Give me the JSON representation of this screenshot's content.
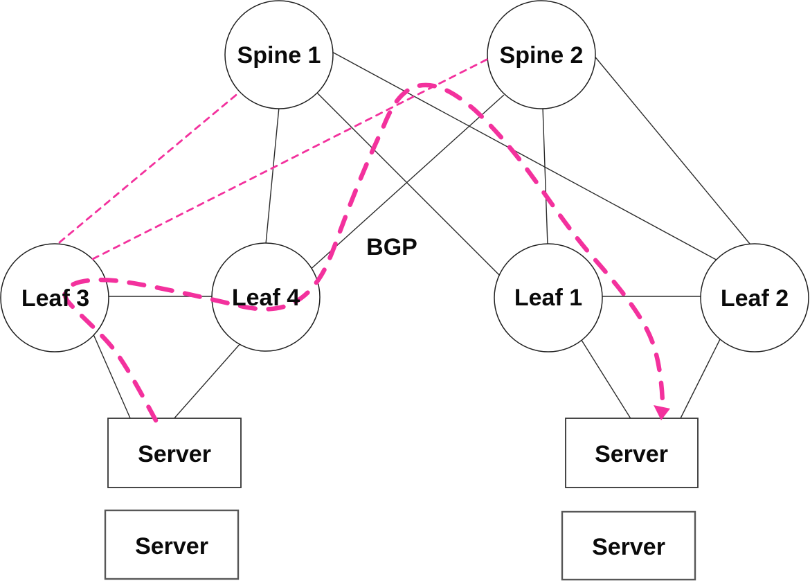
{
  "diagram": {
    "type": "spine-leaf-network-topology",
    "nodes": {
      "spine1": {
        "label": "Spine 1",
        "shape": "circle"
      },
      "spine2": {
        "label": "Spine 2",
        "shape": "circle"
      },
      "leaf3": {
        "label": "Leaf 3",
        "shape": "circle"
      },
      "leaf4": {
        "label": "Leaf 4",
        "shape": "circle"
      },
      "leaf1": {
        "label": "Leaf 1",
        "shape": "circle"
      },
      "leaf2": {
        "label": "Leaf 2",
        "shape": "circle"
      },
      "server_left_top": {
        "label": "Server",
        "shape": "rect"
      },
      "server_left_bottom": {
        "label": "Server",
        "shape": "rect"
      },
      "server_right_top": {
        "label": "Server",
        "shape": "rect"
      },
      "server_right_bottom": {
        "label": "Server",
        "shape": "rect"
      }
    },
    "annotations": {
      "bgp": {
        "label": "BGP"
      }
    },
    "links": {
      "solid": [
        {
          "from": "spine1",
          "to": "leaf4"
        },
        {
          "from": "spine1",
          "to": "leaf1"
        },
        {
          "from": "spine1",
          "to": "leaf2"
        },
        {
          "from": "spine2",
          "to": "leaf4"
        },
        {
          "from": "spine2",
          "to": "leaf1"
        },
        {
          "from": "spine2",
          "to": "leaf2"
        },
        {
          "from": "leaf3",
          "to": "leaf4"
        },
        {
          "from": "leaf1",
          "to": "leaf2"
        },
        {
          "from": "leaf3",
          "to": "server_left_top"
        },
        {
          "from": "leaf4",
          "to": "server_left_top"
        },
        {
          "from": "leaf1",
          "to": "server_right_top"
        },
        {
          "from": "leaf2",
          "to": "server_right_top"
        }
      ],
      "dashed_thin_pink": [
        {
          "from": "leaf3",
          "to": "spine1"
        },
        {
          "from": "leaf3",
          "to": "spine2"
        }
      ],
      "bgp_route": {
        "from": "server_left_top",
        "via": [
          "leaf3",
          "leaf4",
          "between-spines"
        ],
        "to": "server_right_top",
        "arrow": "end",
        "label": "BGP",
        "style": "dashed_thick_pink"
      }
    },
    "colors": {
      "accent_pink": "#F3319D",
      "line": "#2b2b2b",
      "text": "#0a0a0a",
      "background": "#ffffff"
    }
  }
}
